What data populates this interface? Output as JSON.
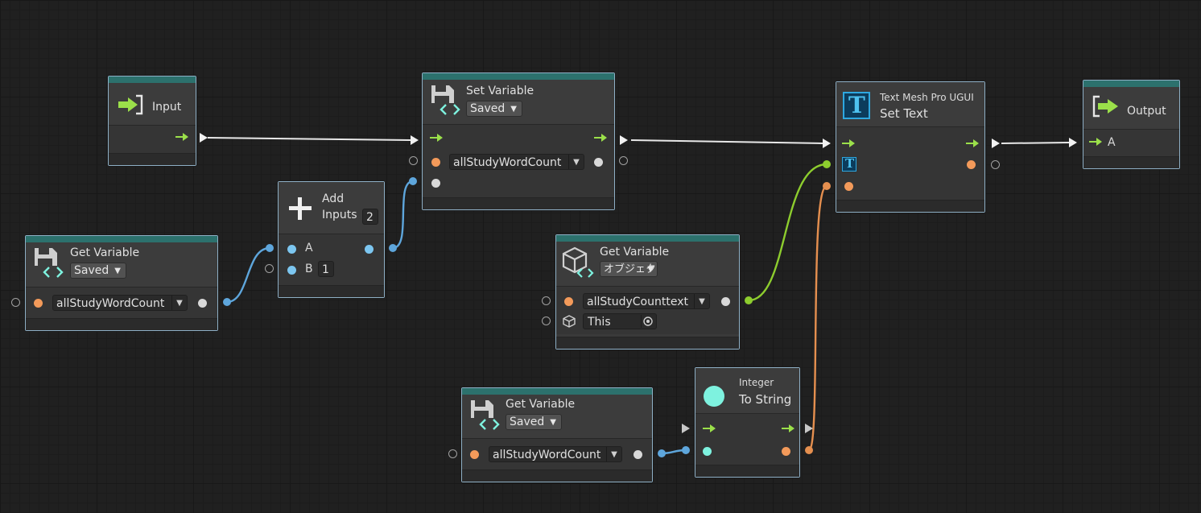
{
  "nodes": {
    "input": {
      "title": "Input"
    },
    "set_variable": {
      "title": "Set Variable",
      "scope": "Saved",
      "variable": "allStudyWordCount"
    },
    "set_text": {
      "subtitle": "Text Mesh Pro UGUI",
      "title": "Set Text"
    },
    "output": {
      "title": "Output",
      "port_label": "A"
    },
    "get_var_left": {
      "title": "Get Variable",
      "scope": "Saved",
      "variable": "allStudyWordCount"
    },
    "add_inputs": {
      "title_line1": "Add",
      "title_line2": "Inputs",
      "count": "2",
      "port_a": "A",
      "port_b": "B",
      "b_value": "1"
    },
    "get_var_object": {
      "title": "Get Variable",
      "scope": "オブジェク",
      "variable": "allStudyCounttext",
      "target": "This"
    },
    "get_var_bottom": {
      "title": "Get Variable",
      "scope": "Saved",
      "variable": "allStudyWordCount"
    },
    "to_string": {
      "subtitle": "Integer",
      "title": "To String"
    }
  },
  "colors": {
    "header_bar": "#2c716d",
    "flow_arrow": "#9be04a",
    "value_orange": "#f39a5a",
    "value_blue": "#7cc6f0",
    "value_green": "#8dcd2e",
    "node_border": "#8fb0c6"
  },
  "icons": {
    "input": "enter-arrow-icon",
    "set_variable": "save-variable-icon",
    "set_text": "text-mesh-pro-icon",
    "output": "exit-arrow-icon",
    "get_variable": "save-variable-icon",
    "add": "plus-icon",
    "object": "cube-icon",
    "to_string": "circle-icon"
  }
}
